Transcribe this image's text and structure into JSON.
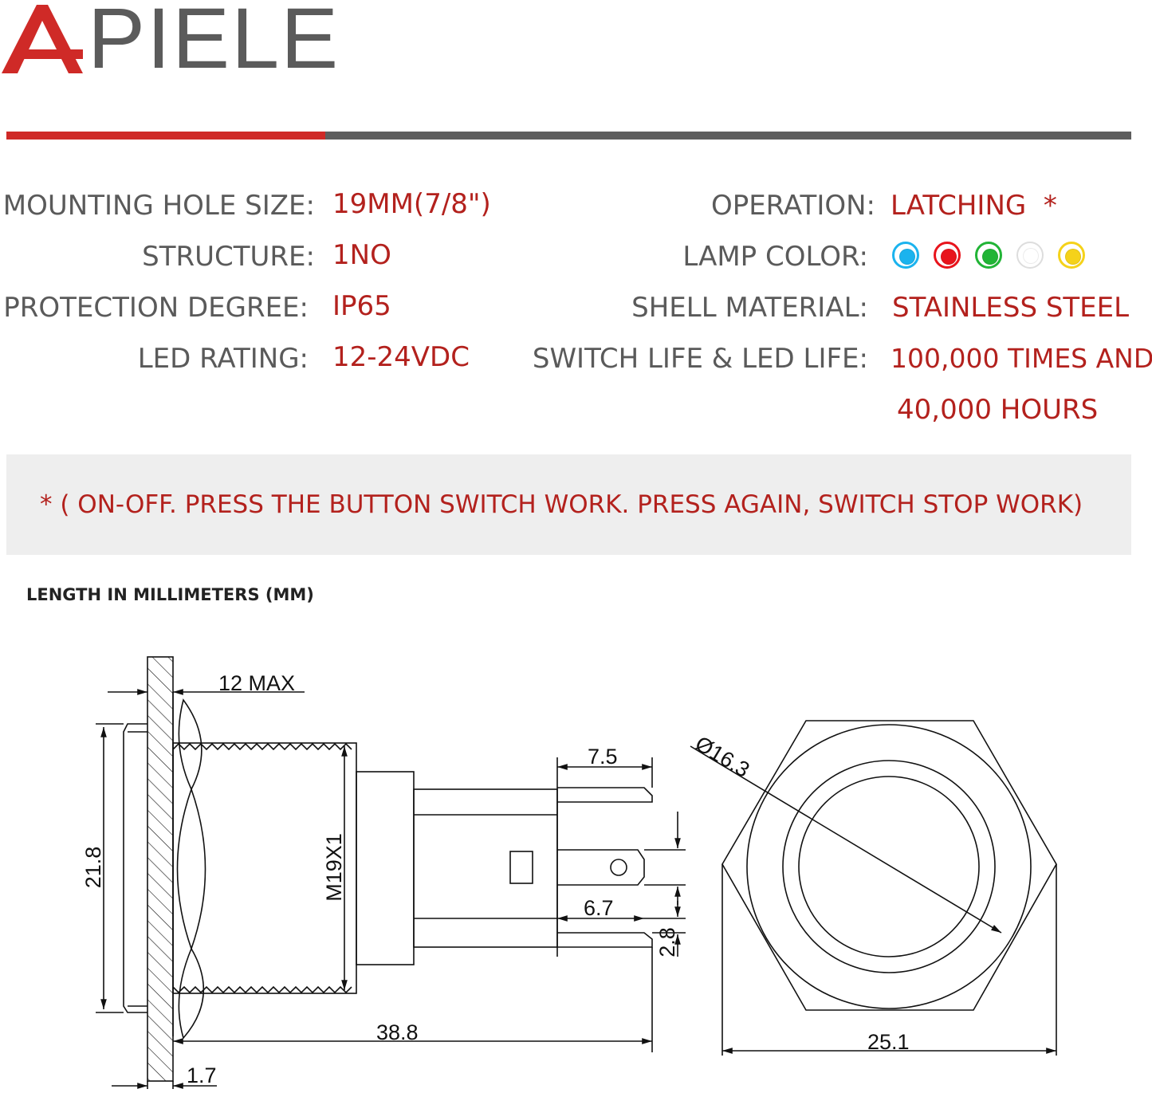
{
  "brand": {
    "logo_text": "PIELE",
    "accent": "#cf2a27",
    "gray": "#5e5e5e"
  },
  "specs_left": [
    {
      "label": "MOUNTING HOLE SIZE:",
      "value": "19MM(7/8\")"
    },
    {
      "label": "STRUCTURE:",
      "value": "1NO"
    },
    {
      "label": "PROTECTION DEGREE:",
      "value": "IP65"
    },
    {
      "label": "LED RATING:",
      "value": "12-24VDC"
    }
  ],
  "specs_right": [
    {
      "label": "OPERATION:",
      "value": "LATCHING  *"
    },
    {
      "label": "LAMP COLOR:",
      "value": ""
    },
    {
      "label": "SHELL MATERIAL:",
      "value": "STAINLESS STEEL"
    },
    {
      "label": "SWITCH LIFE & LED LIFE:",
      "value": "100,000 TIMES AND"
    }
  ],
  "life_line2": "40,000 HOURS",
  "lamp_colors": [
    "#1bb3ee",
    "#e8141c",
    "#21b436",
    "#ffffff",
    "#f5d21a"
  ],
  "note": "*  ( ON-OFF. PRESS THE BUTTON SWITCH WORK. PRESS AGAIN, SWITCH STOP WORK)",
  "drawing": {
    "heading": "LENGTH IN MILLIMETERS (MM)",
    "dims": {
      "max12": "12 MAX",
      "d218": "21.8",
      "thread": "M19X1",
      "d75": "7.5",
      "d67": "6.7",
      "d28": "2.8",
      "d388": "38.8",
      "d17": "1.7",
      "dia163": "Ø16.3",
      "d251": "25.1"
    }
  }
}
